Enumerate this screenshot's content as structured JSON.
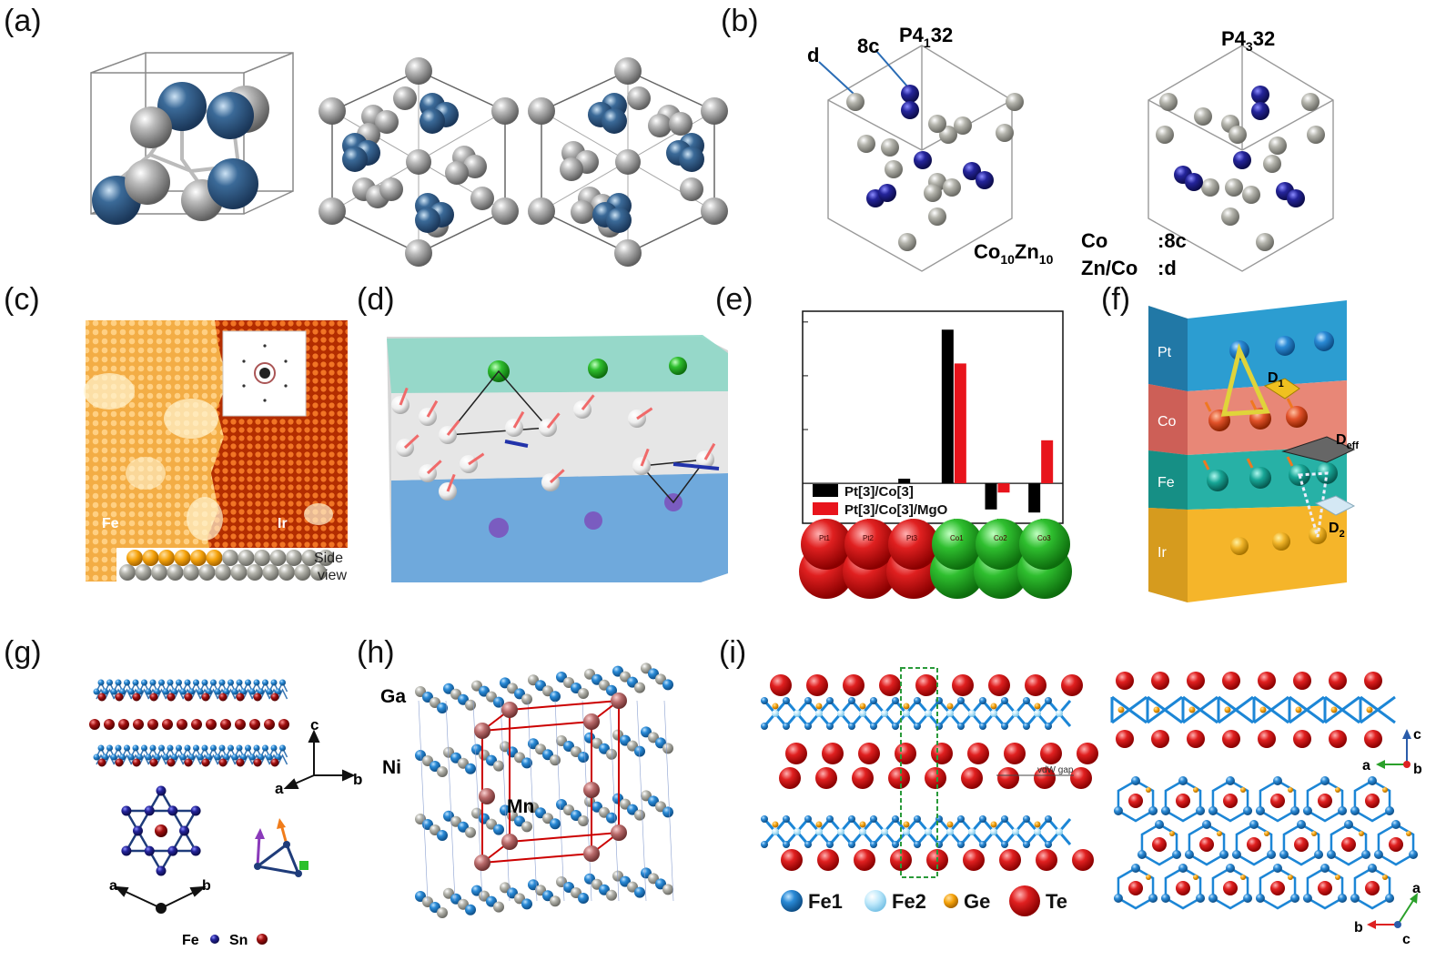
{
  "panels": {
    "a": {
      "label": "(a)"
    },
    "b": {
      "label": "(b)",
      "group_left": "P4",
      "group_left_sub": "1",
      "group_left_tail": "32",
      "group_right": "P4",
      "group_right_sub": "3",
      "group_right_tail": "32",
      "site_d": "d",
      "site_8c": "8c",
      "formula_main1": "Co",
      "formula_sub1": "10",
      "formula_main2": "Zn",
      "formula_sub2": "10",
      "legend_row1_el": "Co",
      "legend_row1_site": ":8c",
      "legend_row2_el": "Zn/Co",
      "legend_row2_site": ":d"
    },
    "c": {
      "label": "(c)",
      "left": "Fe",
      "right": "Ir",
      "side_view_1": "Side",
      "side_view_2": "view"
    },
    "d": {
      "label": "(d)"
    },
    "e": {
      "label": "(e)",
      "legend": [
        "Pt[3]/Co[3]",
        "Pt[3]/Co[3]/MgO"
      ],
      "atoms": [
        "Pt1",
        "Pt2",
        "Pt3",
        "Co1",
        "Co2",
        "Co3"
      ]
    },
    "f": {
      "label": "(f)",
      "layers": [
        "Pt",
        "Co",
        "Fe",
        "Ir"
      ],
      "d1": "D",
      "d1_sub": "1",
      "deff": "D",
      "deff_sub": "eff",
      "d2": "D",
      "d2_sub": "2"
    },
    "g": {
      "label": "(g)",
      "axis_c": "c",
      "axis_a": "a",
      "axis_b": "b",
      "kag_a": "a",
      "kag_b": "b",
      "legend_fe": "Fe",
      "legend_sn": "Sn"
    },
    "h": {
      "label": "(h)",
      "ga": "Ga",
      "ni": "Ni",
      "mn": "Mn"
    },
    "i": {
      "label": "(i)",
      "vdw": "vdW gap",
      "legend": [
        "Fe1",
        "Fe2",
        "Ge",
        "Te"
      ],
      "axes_top": {
        "c": "c",
        "a": "a",
        "b": "b"
      },
      "axes_bot": {
        "a": "a",
        "b": "b",
        "c": "c"
      }
    }
  },
  "chart_data": {
    "type": "bar",
    "categories": [
      "Pt1",
      "Pt2",
      "Pt3",
      "Co1",
      "Co2",
      "Co3"
    ],
    "series": [
      {
        "name": "Pt[3]/Co[3]",
        "values": [
          0,
          0,
          0.03,
          1.0,
          -0.17,
          -0.19
        ]
      },
      {
        "name": "Pt[3]/Co[3]/MgO",
        "values": [
          0,
          0,
          0,
          0.78,
          -0.06,
          0.28
        ]
      }
    ],
    "colors": [
      "#000000",
      "#e8141c"
    ],
    "ylim": [
      -0.26,
      1.12
    ],
    "grid": false,
    "legend": "bottom-left"
  }
}
